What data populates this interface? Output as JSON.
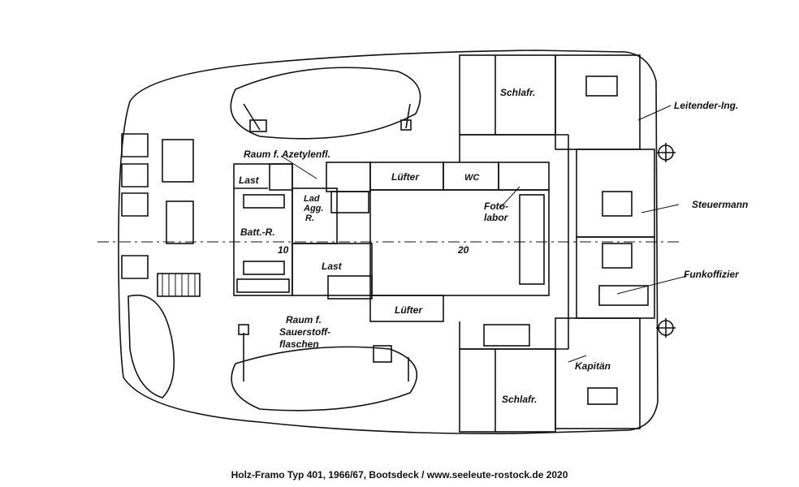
{
  "labels": {
    "raum_azetylen": "Raum f. Azetylenfl.",
    "last_top": "Last",
    "luefter_top": "Lüfter",
    "wc": "WC",
    "lad_agg_1": "Lad",
    "lad_agg_2": "Agg.",
    "lad_agg_3": "R.",
    "batt": "Batt.-R.",
    "fotolabor_1": "Foto-",
    "fotolabor_2": "labor",
    "last_bottom": "Last",
    "dim_10": "10",
    "dim_20": "20",
    "luefter_bottom": "Lüfter",
    "raum_sauerstoff_1": "Raum f.",
    "raum_sauerstoff_2": "Sauerstoff-",
    "raum_sauerstoff_3": "flaschen",
    "schlafr_top": "Schlafr.",
    "schlafr_bottom": "Schlafr.",
    "leitender_ing": "Leitender-Ing.",
    "steuermann": "Steuermann",
    "funkoffizier": "Funkoffizier",
    "kapitaen": "Kapitän"
  },
  "caption": "Holz-Framo Typ 401, 1966/67, Bootsdeck / www.seeleute-rostock.de 2020"
}
